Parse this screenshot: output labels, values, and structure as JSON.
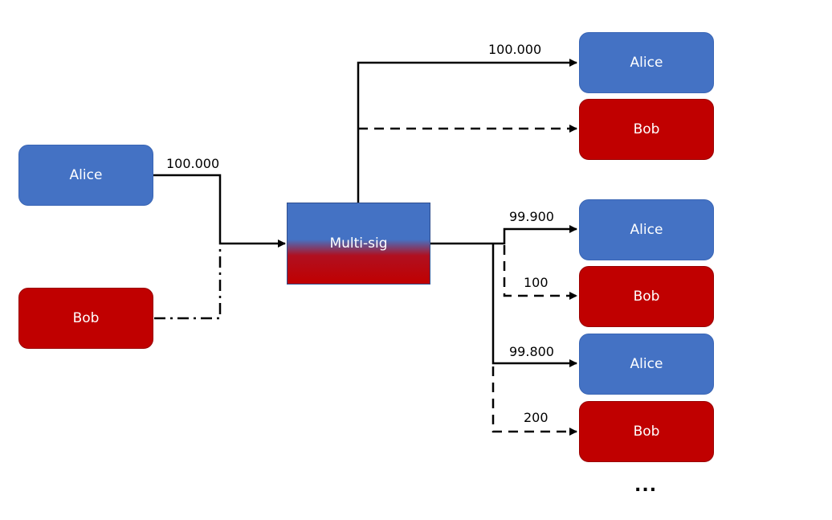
{
  "inputs": {
    "alice": "Alice",
    "bob": "Bob",
    "amount": "100.000"
  },
  "contract": {
    "label": "Multi-sig"
  },
  "outputs": [
    {
      "alice": "Alice",
      "bob": "Bob",
      "alice_amount": "100.000",
      "bob_amount": ""
    },
    {
      "alice": "Alice",
      "bob": "Bob",
      "alice_amount": "99.900",
      "bob_amount": "100"
    },
    {
      "alice": "Alice",
      "bob": "Bob",
      "alice_amount": "99.800",
      "bob_amount": "200"
    }
  ],
  "continuation": "...",
  "colors": {
    "alice": "#4472c4",
    "bob": "#c00000"
  }
}
